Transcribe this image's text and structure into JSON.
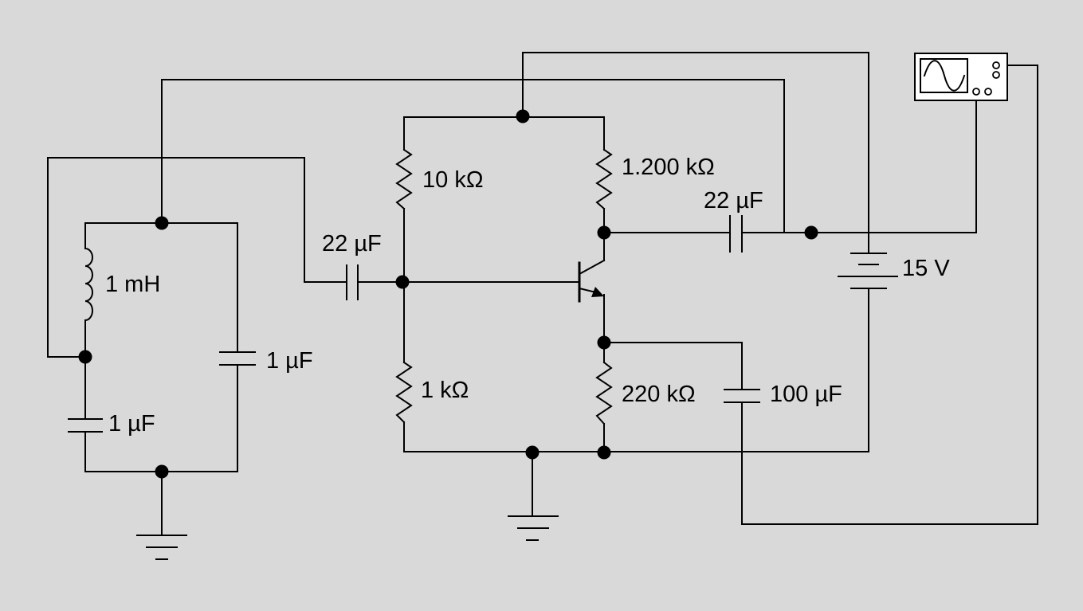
{
  "components": {
    "L1": {
      "label": "1 mH"
    },
    "C_tank_left": {
      "label": "1 µF"
    },
    "C_tank_right": {
      "label": "1 µF"
    },
    "C_in": {
      "label": "22 µF"
    },
    "R_bias_top": {
      "label": "10 kΩ"
    },
    "R_bias_bottom": {
      "label": "1 kΩ"
    },
    "R_collector": {
      "label": "1.200 kΩ"
    },
    "R_emitter": {
      "label": "220 kΩ"
    },
    "C_out": {
      "label": "22 µF"
    },
    "C_bypass": {
      "label": "100 µF"
    },
    "battery": {
      "label": "15 V"
    },
    "transistor": {
      "type": "NPN"
    },
    "oscilloscope": {
      "trace": "sine"
    }
  },
  "colors": {
    "background": "#d9d9d9",
    "wire": "#000000",
    "scope_screen": "#ffffff"
  }
}
